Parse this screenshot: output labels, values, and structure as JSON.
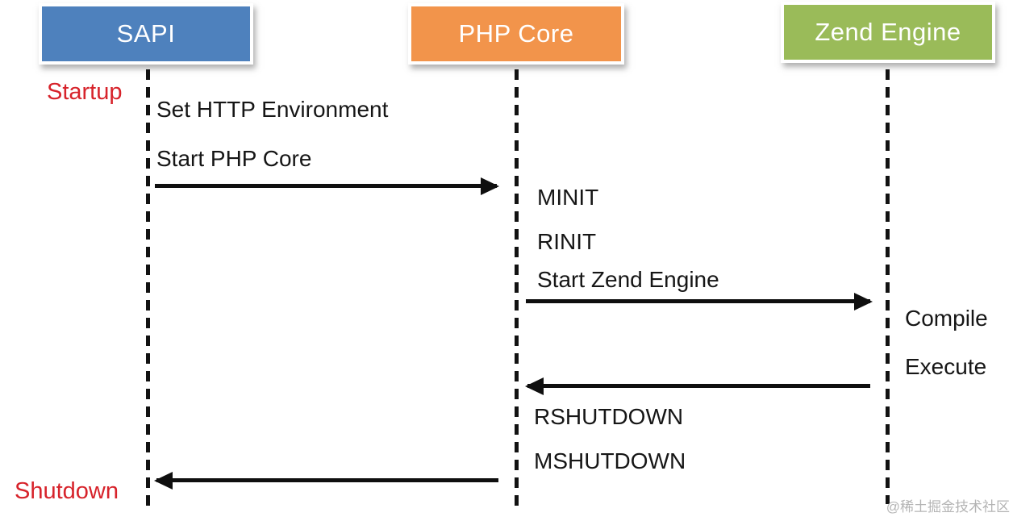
{
  "diagram_type": "sequence-diagram",
  "subject": "PHP lifecycle between SAPI, PHP Core and Zend Engine",
  "lanes": [
    {
      "label": "SAPI",
      "color": "#4E81BD"
    },
    {
      "label": "PHP Core",
      "color": "#F2944B"
    },
    {
      "label": "Zend Engine",
      "color": "#9ABB59"
    }
  ],
  "phases": {
    "startup": "Startup",
    "shutdown": "Shutdown"
  },
  "messages": {
    "set_http_environment": "Set HTTP Environment",
    "start_php_core": "Start PHP Core",
    "minit": "MINIT",
    "rinit": "RINIT",
    "start_zend_engine": "Start Zend Engine",
    "compile": "Compile",
    "execute": "Execute",
    "rshutdown": "RSHUTDOWN",
    "mshutdown": "MSHUTDOWN"
  },
  "arrows": [
    {
      "from": "SAPI",
      "to": "PHP Core",
      "direction": "right",
      "label": "Start PHP Core"
    },
    {
      "from": "PHP Core",
      "to": "Zend Engine",
      "direction": "right",
      "label": "Start Zend Engine"
    },
    {
      "from": "Zend Engine",
      "to": "PHP Core",
      "direction": "left",
      "label": ""
    },
    {
      "from": "PHP Core",
      "to": "SAPI",
      "direction": "left",
      "label": ""
    }
  ],
  "watermark": "@稀土掘金技术社区",
  "colors": {
    "phase_label": "#D7232B",
    "lifeline": "#121212",
    "arrow": "#0f0f0f",
    "message_text": "#161616",
    "box_text": "#ffffff",
    "watermark": "#b4b4b4",
    "background": "#ffffff"
  }
}
